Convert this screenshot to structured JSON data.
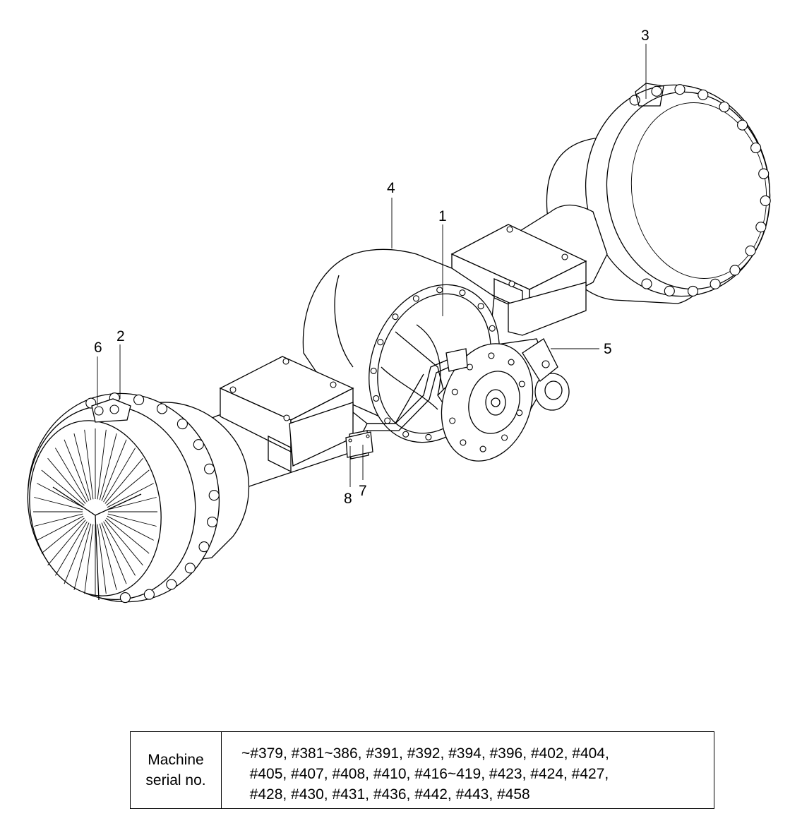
{
  "callouts": [
    {
      "id": "c1",
      "label": "1"
    },
    {
      "id": "c2",
      "label": "2"
    },
    {
      "id": "c3",
      "label": "3"
    },
    {
      "id": "c4",
      "label": "4"
    },
    {
      "id": "c5",
      "label": "5"
    },
    {
      "id": "c6",
      "label": "6"
    },
    {
      "id": "c7",
      "label": "7"
    },
    {
      "id": "c8",
      "label": "8"
    }
  ],
  "serial_table": {
    "label_line1": "Machine",
    "label_line2": "serial no.",
    "lines": [
      "~#379, #381~386, #391, #392, #394, #396, #402, #404,",
      "  #405, #407, #408, #410, #416~419, #423, #424, #427,",
      "  #428, #430, #431, #436, #442, #443, #458"
    ]
  }
}
